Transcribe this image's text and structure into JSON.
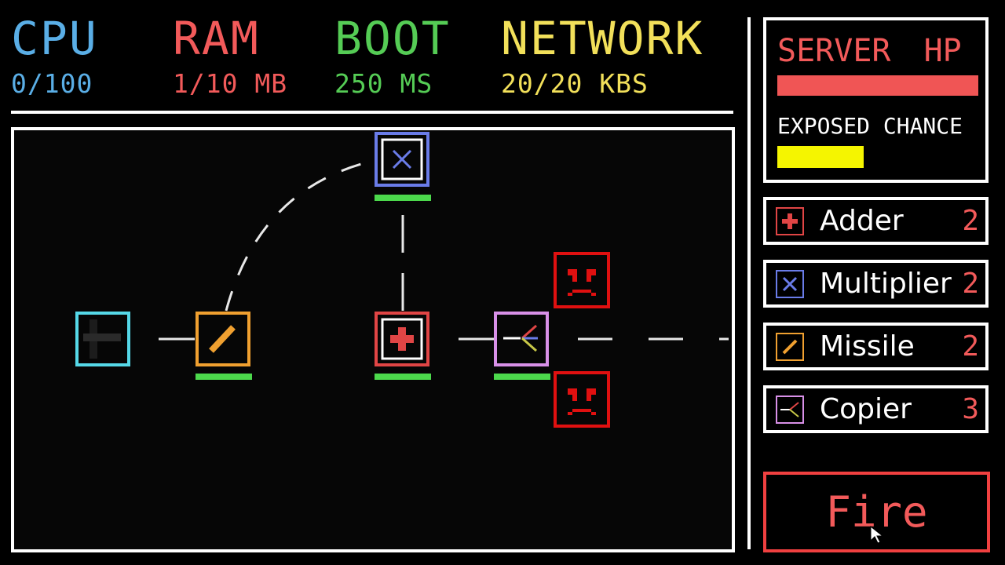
{
  "stats": {
    "cpu": {
      "label": "CPU",
      "value": "0/100",
      "color": "#5aaee6"
    },
    "ram": {
      "label": "RAM",
      "value": "1/10 MB",
      "color": "#f25a5a"
    },
    "boot": {
      "label": "BOOT",
      "value": "250 MS",
      "color": "#55cc55"
    },
    "network": {
      "label": "NETWORK",
      "value": "20/20 KBS",
      "color": "#f2e05a"
    }
  },
  "server": {
    "title": "SERVER HP",
    "hp_fraction": 1.0,
    "exposed_label": "EXPOSED CHANCE",
    "exposed_fraction": 0.43
  },
  "inventory": [
    {
      "name": "Adder",
      "count": "2",
      "icon": "adder-icon",
      "color": "#e04545"
    },
    {
      "name": "Multiplier",
      "count": "2",
      "icon": "multiplier-icon",
      "color": "#6a7ce8"
    },
    {
      "name": "Missile",
      "count": "2",
      "icon": "missile-icon",
      "color": "#f0a030"
    },
    {
      "name": "Copier",
      "count": "3",
      "icon": "copier-icon",
      "color": "#d890e8"
    }
  ],
  "fire_label": "Fire",
  "colors": {
    "source": "#55d8e8",
    "missile": "#f0a030",
    "multiplier": "#6a7ce8",
    "adder": "#e04545",
    "copier": "#d890e8",
    "enemy": "#e01010",
    "health": "#4cd94c"
  }
}
